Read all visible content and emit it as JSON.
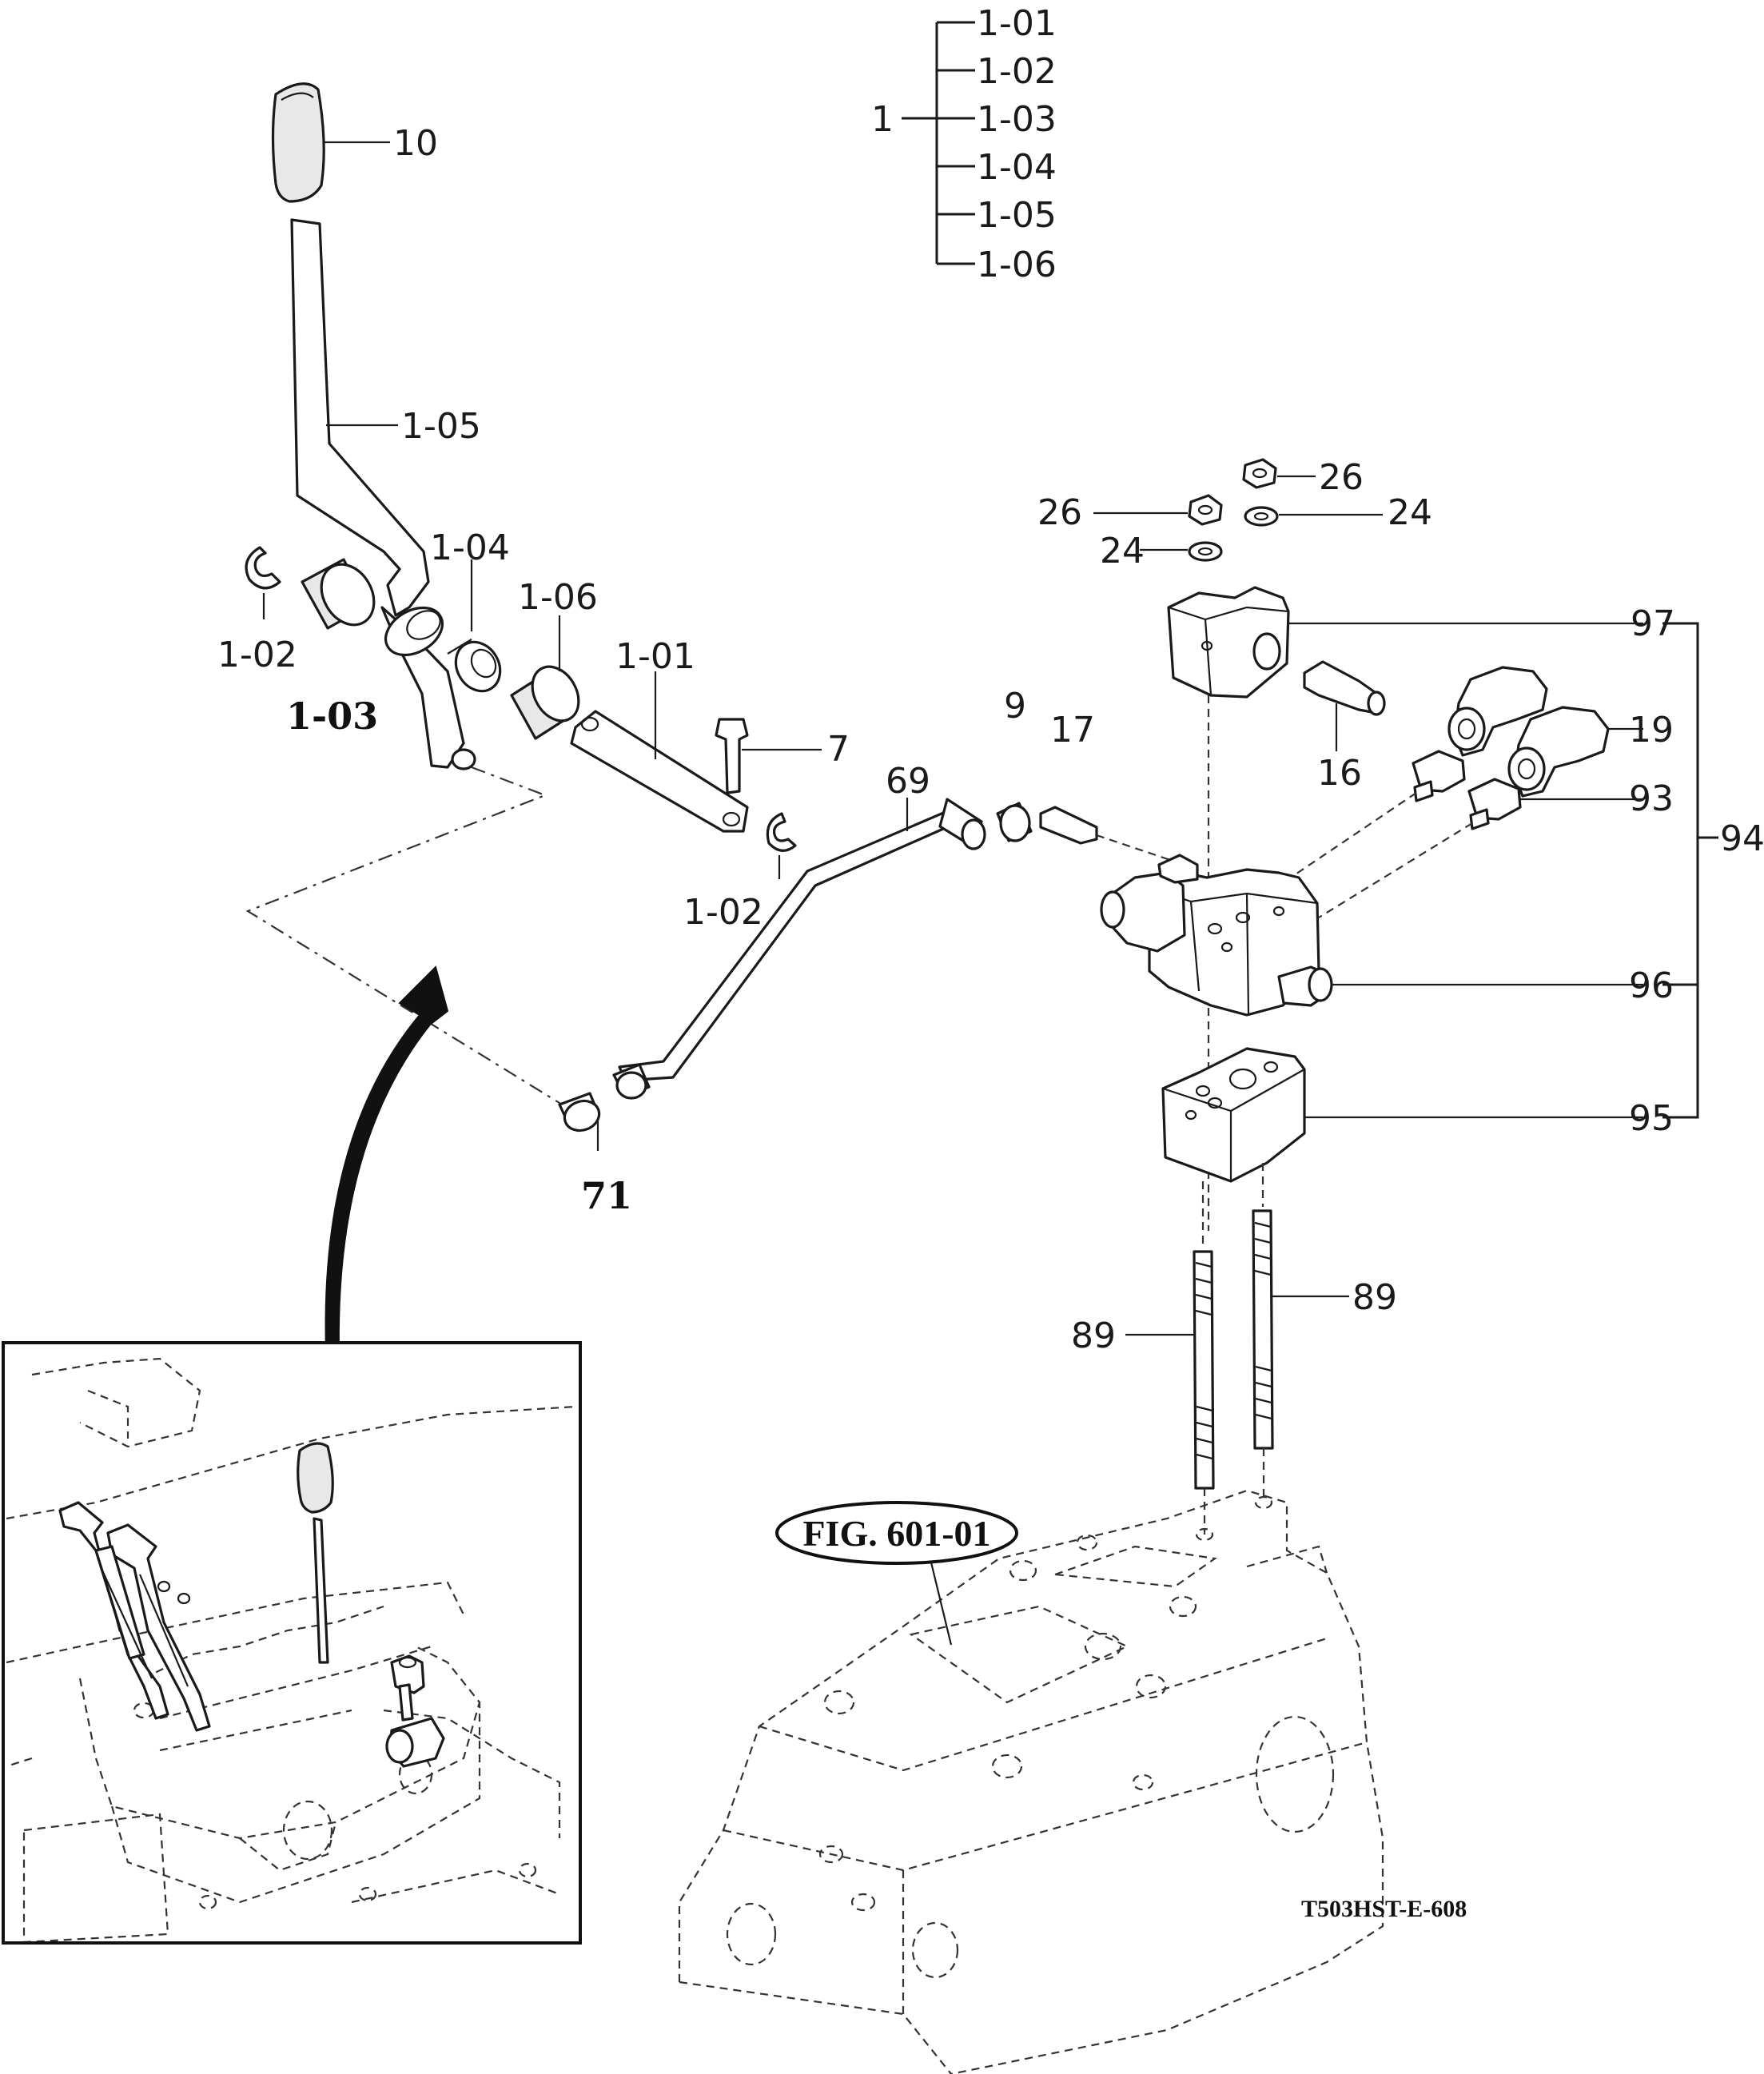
{
  "tree": {
    "root": "1",
    "children": [
      "1-01",
      "1-02",
      "1-03",
      "1-04",
      "1-05",
      "1-06"
    ]
  },
  "labels": {
    "p10": "10",
    "p1_05": "1-05",
    "p1_04": "1-04",
    "p1_06": "1-06",
    "p1_01": "1-01",
    "p1_02_a": "1-02",
    "p1_02_b": "1-02",
    "p1_03": "1-03",
    "p7": "7",
    "p9": "9",
    "p17": "17",
    "p69": "69",
    "p71": "71",
    "p26_a": "26",
    "p26_b": "26",
    "p24_a": "24",
    "p24_b": "24",
    "p97": "97",
    "p16": "16",
    "p19": "19",
    "p93": "93",
    "p94": "94",
    "p96": "96",
    "p95": "95",
    "p89_a": "89",
    "p89_b": "89"
  },
  "figure_ref": "FIG. 601-01",
  "drawing_code": "T503HST-E-608"
}
